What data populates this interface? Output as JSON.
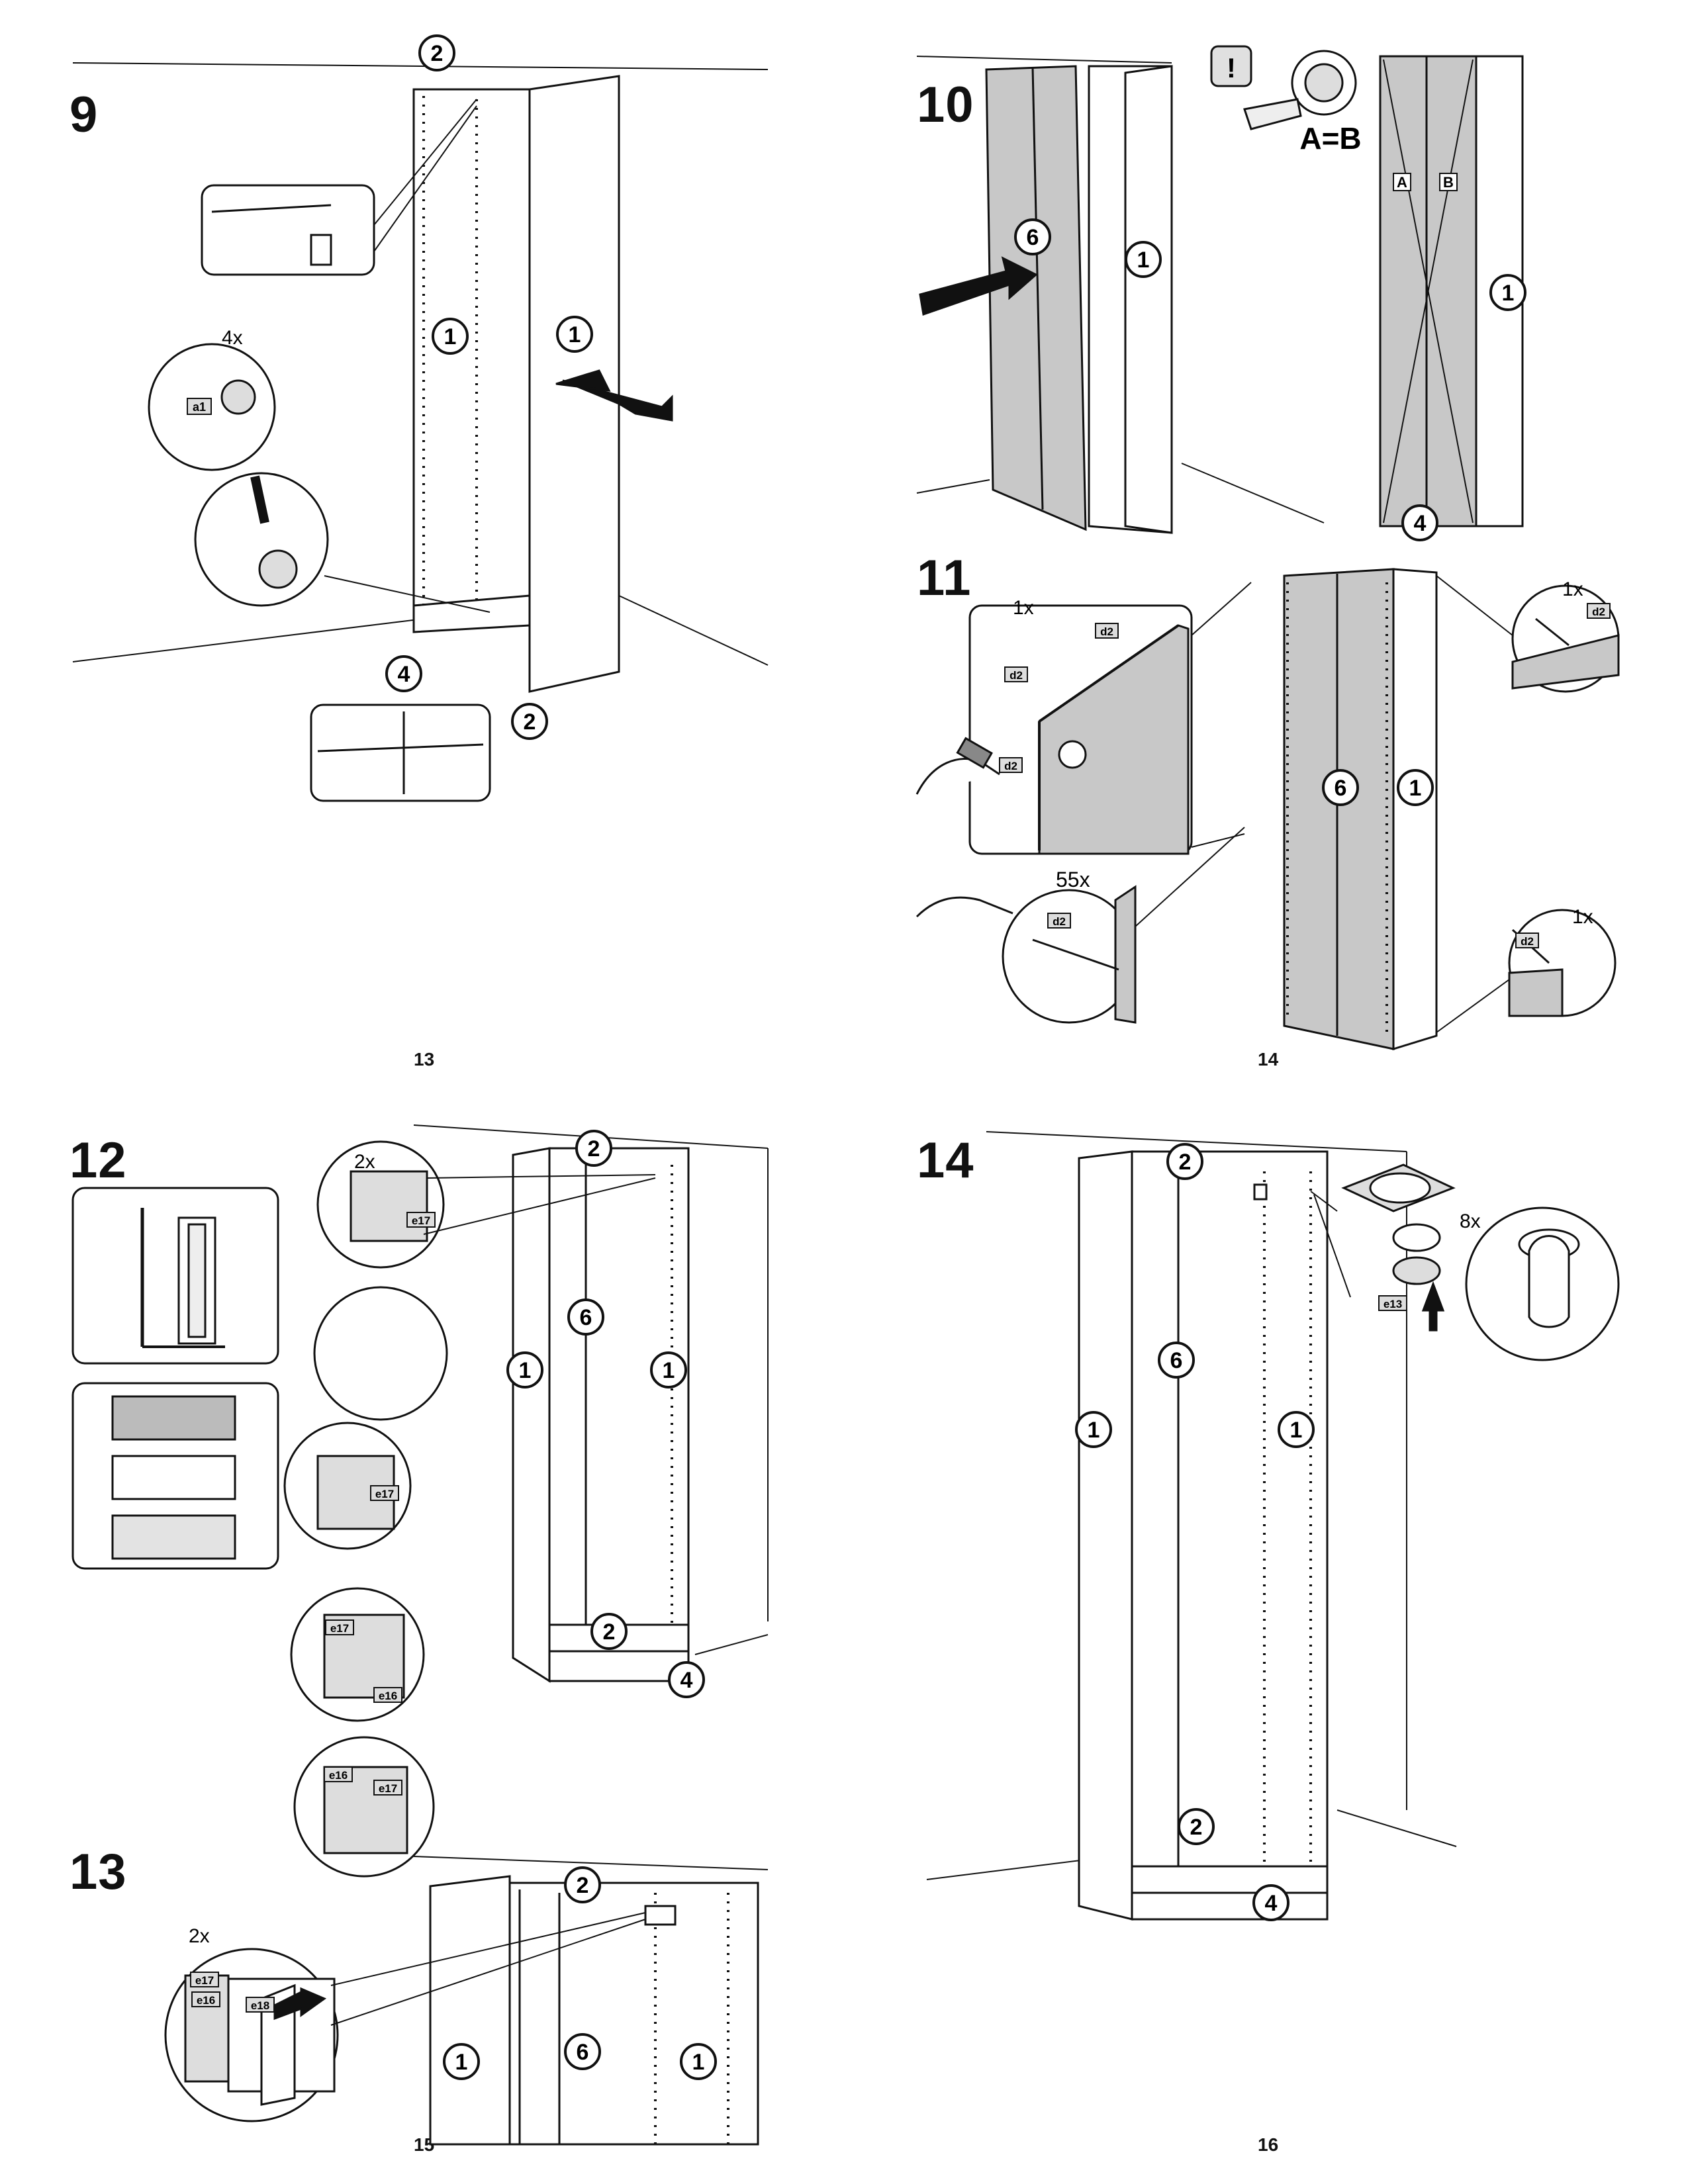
{
  "steps": {
    "s9": {
      "number": "9",
      "count_4x": "4x",
      "part_a1": "a1",
      "circ_1": "1",
      "circ_2": "2",
      "circ_4": "4"
    },
    "s10": {
      "number": "10",
      "warning": "!",
      "equation": "A=B",
      "label_a": "A",
      "label_b": "B",
      "circ_1": "1",
      "circ_4": "4",
      "circ_6": "6"
    },
    "s11": {
      "number": "11",
      "count_1x": "1x",
      "count_55x": "55x",
      "part_d2": "d2",
      "circ_1": "1",
      "circ_6": "6"
    },
    "s12": {
      "number": "12",
      "count_2x": "2x",
      "part_e16": "e16",
      "part_e17": "e17",
      "circ_1": "1",
      "circ_2": "2",
      "circ_4": "4",
      "circ_6": "6"
    },
    "s13": {
      "number": "13",
      "count_2x": "2x",
      "part_e16": "e16",
      "part_e17": "e17",
      "part_e18": "e18",
      "circ_1": "1",
      "circ_2": "2",
      "circ_6": "6"
    },
    "s14": {
      "number": "14",
      "count_8x": "8x",
      "part_e13": "e13",
      "circ_1": "1",
      "circ_2": "2",
      "circ_4": "4",
      "circ_6": "6"
    }
  },
  "page_numbers": {
    "p13": "13",
    "p14": "14",
    "p15": "15",
    "p16": "16"
  }
}
